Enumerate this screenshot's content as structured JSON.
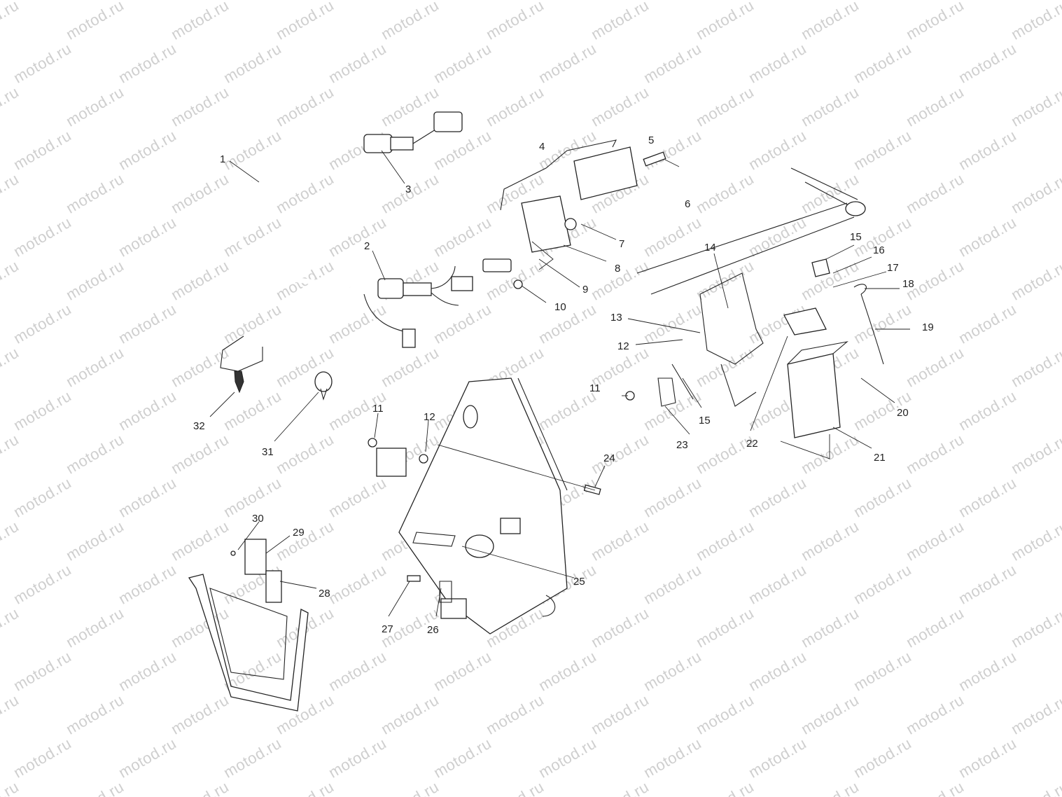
{
  "watermark": "motod.ru",
  "callouts": {
    "c1": "1",
    "c2": "2",
    "c3": "3",
    "c4": "4",
    "c5": "5",
    "c6": "6",
    "c7": "7",
    "c8": "8",
    "c9": "9",
    "c10": "10",
    "c11a": "11",
    "c11b": "11",
    "c12a": "12",
    "c12b": "12",
    "c13": "13",
    "c14": "14",
    "c15a": "15",
    "c15b": "15",
    "c16": "16",
    "c17": "17",
    "c18": "18",
    "c19": "19",
    "c20": "20",
    "c21": "21",
    "c22": "22",
    "c23": "23",
    "c24": "24",
    "c25": "25",
    "c26": "26",
    "c27": "27",
    "c28": "28",
    "c29": "29",
    "c30": "30",
    "c31": "31",
    "c32": "32"
  }
}
